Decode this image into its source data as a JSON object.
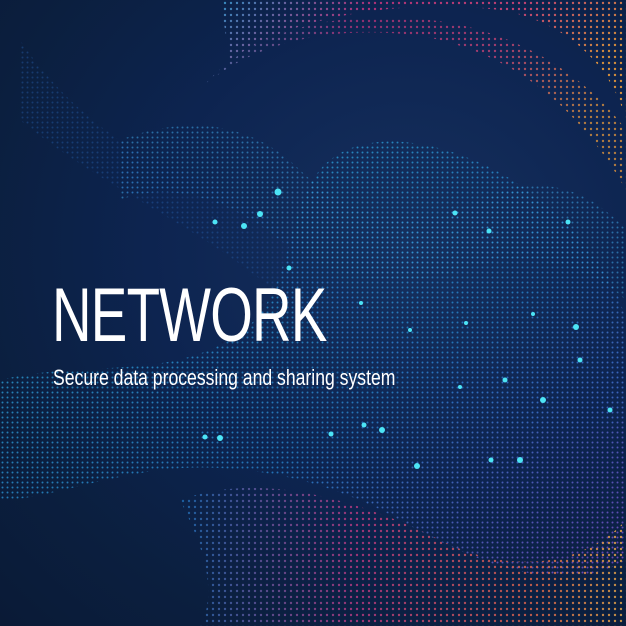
{
  "headline": "NETWORK",
  "subhead": "Secure data processing and sharing system",
  "colors": {
    "background": "#0c2a4a",
    "accent_cyan": "#3fd8f0",
    "accent_magenta": "#d6337a",
    "accent_orange": "#f29a3a",
    "text": "#ffffff"
  },
  "artwork": {
    "subject": "dotted particle wave surface",
    "style": "neon dot matrix"
  }
}
